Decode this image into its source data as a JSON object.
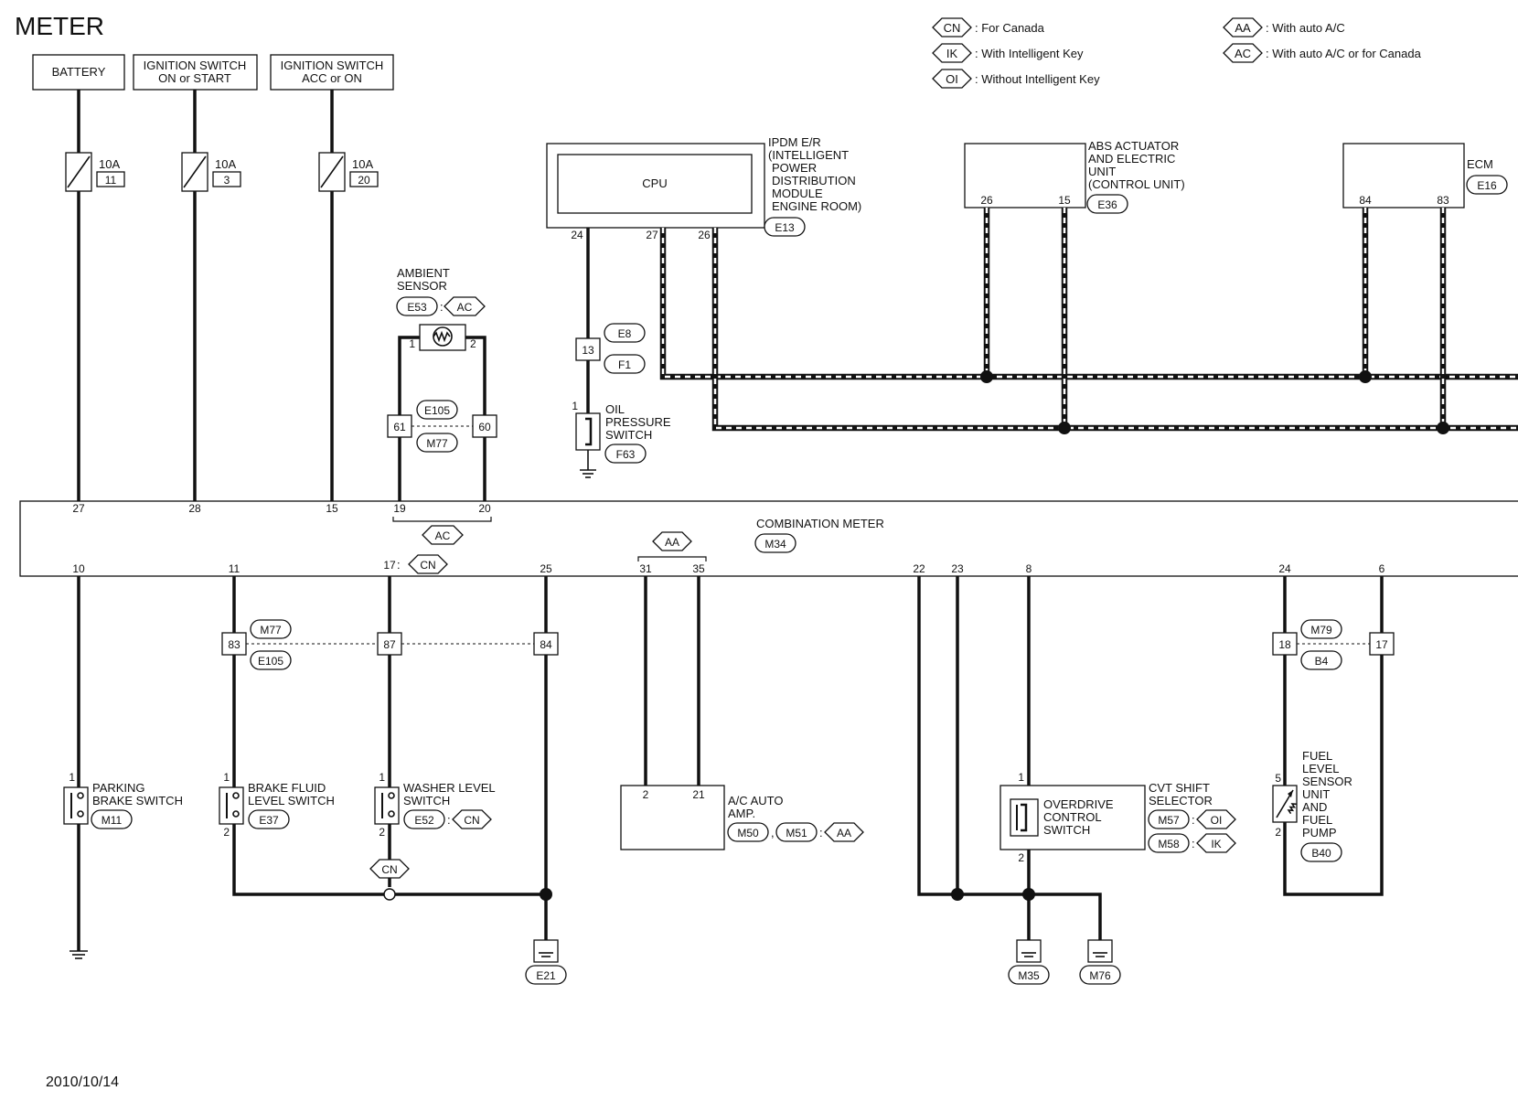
{
  "title": "METER",
  "date": "2010/10/14",
  "legend": [
    {
      "code": "CN",
      "text": ": For Canada"
    },
    {
      "code": "IK",
      "text": ": With Intelligent Key"
    },
    {
      "code": "OI",
      "text": ": Without Intelligent Key"
    },
    {
      "code": "AA",
      "text": ": With auto A/C"
    },
    {
      "code": "AC",
      "text": ": With auto A/C or for Canada"
    }
  ],
  "power": {
    "battery": "BATTERY",
    "ign_on_start": [
      "IGNITION SWITCH",
      "ON or START"
    ],
    "ign_acc_on": [
      "IGNITION SWITCH",
      "ACC or ON"
    ],
    "fuses": [
      {
        "rating": "10A",
        "number": "11"
      },
      {
        "rating": "10A",
        "number": "3"
      },
      {
        "rating": "10A",
        "number": "20"
      }
    ]
  },
  "ipdm": {
    "lines": [
      "IPDM E/R",
      "(INTELLIGENT",
      "POWER",
      "DISTRIBUTION",
      "MODULE",
      "ENGINE ROOM)"
    ],
    "cpu": "CPU",
    "connector": "E13",
    "pins": [
      "24",
      "27",
      "26"
    ]
  },
  "abs": {
    "lines": [
      "ABS ACTUATOR",
      "AND ELECTRIC",
      "UNIT",
      "(CONTROL UNIT)"
    ],
    "connector": "E36",
    "pins": [
      "26",
      "15"
    ]
  },
  "ecm": {
    "label": "ECM",
    "connector": "E16",
    "pins": [
      "84",
      "83"
    ]
  },
  "ambient": {
    "lines": [
      "AMBIENT",
      "SENSOR"
    ],
    "connector": "E53",
    "option": "AC",
    "pins": [
      "1",
      "2"
    ],
    "joint_pins": [
      "61",
      "60"
    ],
    "joint_connectors": [
      "E105",
      "M77"
    ]
  },
  "oil": {
    "lines": [
      "OIL",
      "PRESSURE",
      "SWITCH"
    ],
    "connector": "F63",
    "pin": "1",
    "joint_pin": "13",
    "joint_connectors": [
      "E8",
      "F1"
    ]
  },
  "meter": {
    "label": "COMBINATION METER",
    "connector": "M34",
    "top_pins": [
      "27",
      "28",
      "15",
      "19",
      "20"
    ],
    "top_option": "AC",
    "bottom_pins": [
      "10",
      "11",
      "17",
      "25",
      "31",
      "35",
      "22",
      "23",
      "8",
      "24",
      "6"
    ],
    "cn_option": "CN",
    "aa_option": "AA"
  },
  "joint_m77": {
    "pins": [
      "83",
      "87",
      "84"
    ],
    "connectors": [
      "M77",
      "E105"
    ]
  },
  "joint_m79": {
    "pins": [
      "18",
      "17"
    ],
    "connectors": [
      "M79",
      "B4"
    ]
  },
  "parking": {
    "lines": [
      "PARKING",
      "BRAKE SWITCH"
    ],
    "connector": "M11",
    "pin": "1"
  },
  "brake_fluid": {
    "lines": [
      "BRAKE FLUID",
      "LEVEL SWITCH"
    ],
    "connector": "E37",
    "pins": [
      "1",
      "2"
    ]
  },
  "washer": {
    "lines": [
      "WASHER LEVEL",
      "SWITCH"
    ],
    "connector": "E52",
    "option": "CN",
    "pins": [
      "1",
      "2"
    ],
    "splice_option": "CN"
  },
  "ac_amp": {
    "lines": [
      "A/C AUTO",
      "AMP."
    ],
    "connectors": [
      "M50",
      "M51"
    ],
    "option": "AA",
    "pins": [
      "2",
      "21"
    ]
  },
  "overdrive": {
    "lines": [
      "OVERDRIVE",
      "CONTROL",
      "SWITCH"
    ],
    "pins": [
      "1",
      "2"
    ]
  },
  "cvt": {
    "lines": [
      "CVT SHIFT",
      "SELECTOR"
    ],
    "connectors": [
      {
        "code": "M57",
        "option": "OI"
      },
      {
        "code": "M58",
        "option": "IK"
      }
    ]
  },
  "fuel": {
    "lines": [
      "FUEL",
      "LEVEL",
      "SENSOR",
      "UNIT",
      "AND",
      "FUEL",
      "PUMP"
    ],
    "connector": "B40",
    "pins": [
      "5",
      "2"
    ]
  },
  "grounds": [
    "E21",
    "M35",
    "M76"
  ]
}
